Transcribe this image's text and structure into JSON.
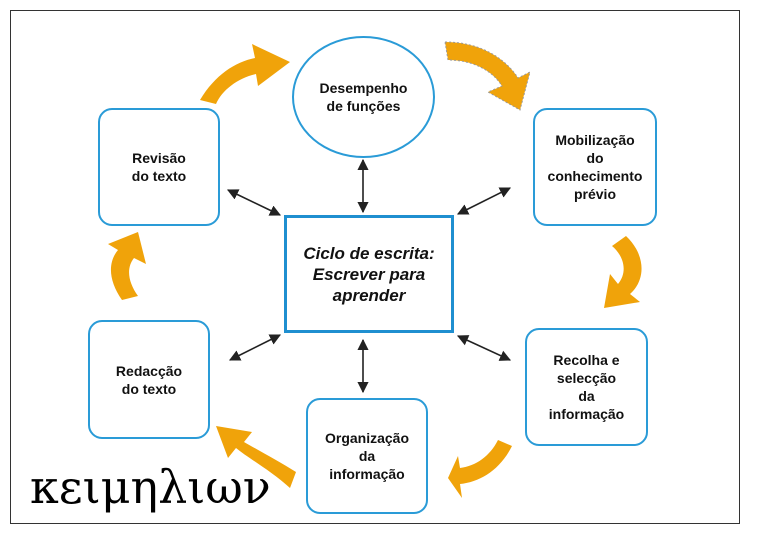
{
  "diagram": {
    "center": "Ciclo de escrita:\nEscrever para\naprender",
    "nodes": {
      "desempenho": "Desempenho\nde funções",
      "mobilizacao": "Mobilização\ndo\nconhecimento\nprévio",
      "recolha": "Recolha e\nselecção\nda\ninformação",
      "organizacao": "Organização\nda\ninformação",
      "redaccao": "Redacção\ndo texto",
      "revisao": "Revisão\ndo texto"
    },
    "watermark": "κειμηλιων"
  },
  "colors": {
    "box_border": "#2a9bd7",
    "cycle_arrow": "#f0a30a",
    "connector": "#222222"
  }
}
